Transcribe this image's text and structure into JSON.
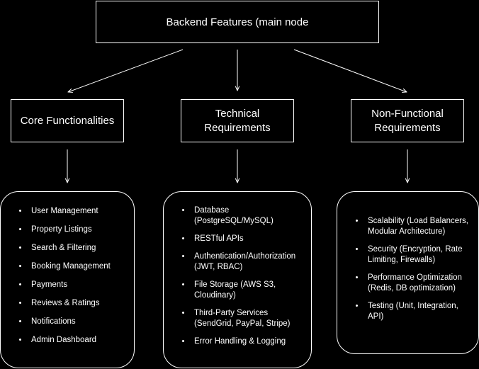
{
  "root": {
    "label": "Backend Features (main node"
  },
  "categories": [
    {
      "label": "Core Functionalities"
    },
    {
      "label": "Technical\nRequirements"
    },
    {
      "label": "Non-Functional\nRequirements"
    }
  ],
  "lists": {
    "core": [
      "User Management",
      "Property Listings",
      "Search & Filtering",
      "Booking Management",
      "Payments",
      "Reviews & Ratings",
      "Notifications",
      "Admin Dashboard"
    ],
    "technical": [
      "Database\n(PostgreSQL/MySQL)",
      "RESTful APIs",
      "Authentication/Authorization\n(JWT, RBAC)",
      "File Storage (AWS S3,\nCloudinary)",
      "Third-Party Services\n(SendGrid, PayPal, Stripe)",
      "Error Handling & Logging"
    ],
    "non_functional": [
      "Scalability (Load Balancers,\nModular Architecture)",
      "Security (Encryption, Rate\nLimiting, Firewalls)",
      "Performance Optimization\n(Redis, DB optimization)",
      "Testing (Unit, Integration,\nAPI)"
    ]
  },
  "colors": {
    "background": "#000000",
    "foreground": "#ffffff"
  }
}
